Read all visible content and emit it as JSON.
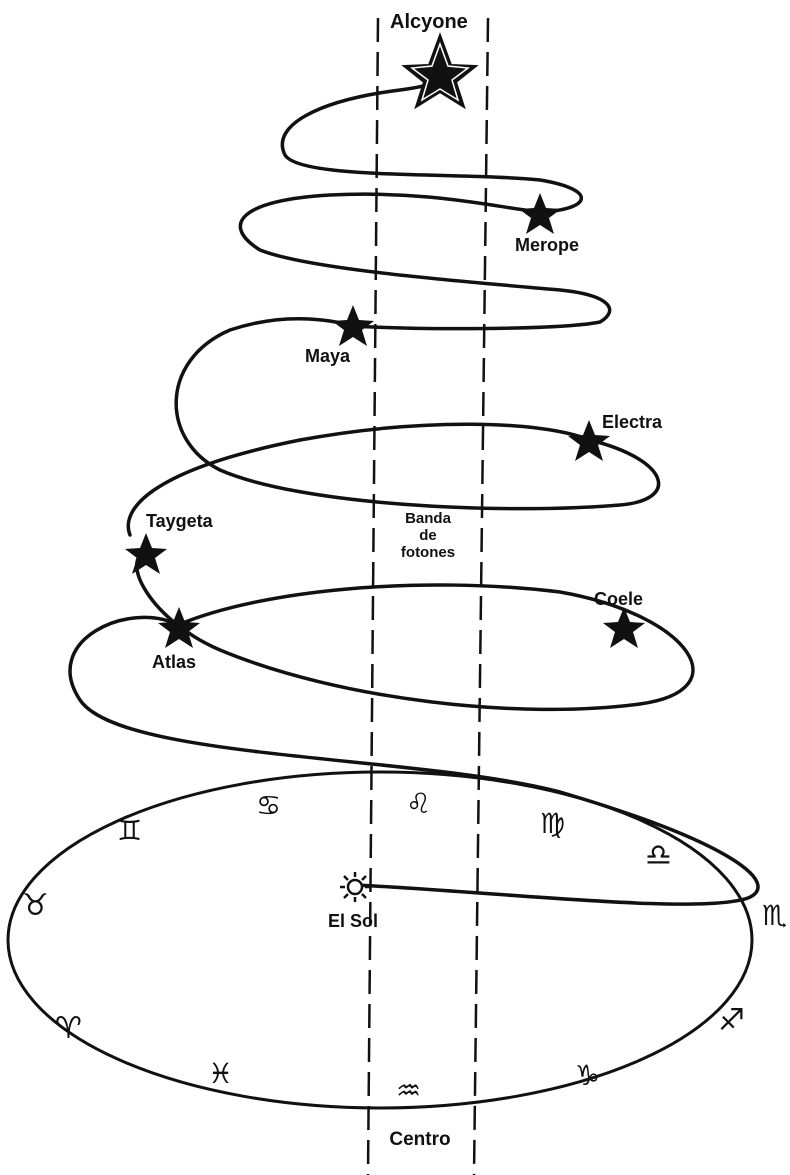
{
  "band": {
    "line1": "Banda",
    "line2": "de",
    "line3": "fotones",
    "bottom_label": "Centro"
  },
  "stars": {
    "alcyone": "Alcyone",
    "merope": "Merope",
    "maya": "Maya",
    "electra": "Electra",
    "taygeta": "Taygeta",
    "atlas": "Atlas",
    "coele": "Coele"
  },
  "sun": {
    "label": "El Sol"
  },
  "zodiac": {
    "taurus": "♉",
    "gemini": "♊",
    "cancer": "♋",
    "leo": "♌",
    "virgo": "♍",
    "libra": "♎",
    "scorpio": "♏",
    "sagittarius": "♐",
    "capricorn": "♑",
    "aquarius": "♒",
    "pisces": "♓",
    "aries": "♈"
  },
  "colors": {
    "ink": "#111111",
    "background": "#ffffff"
  }
}
